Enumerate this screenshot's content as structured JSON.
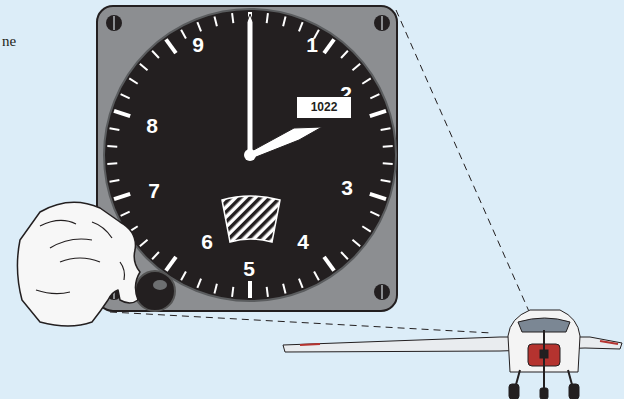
{
  "diagram": {
    "nodes": [
      {
        "text": [
          "1022"
        ]
      }
    ],
    "labels": [
      "ne",
      "9",
      "1",
      "8",
      "2",
      "7",
      "3",
      "6",
      "4",
      "5"
    ]
  }
}
